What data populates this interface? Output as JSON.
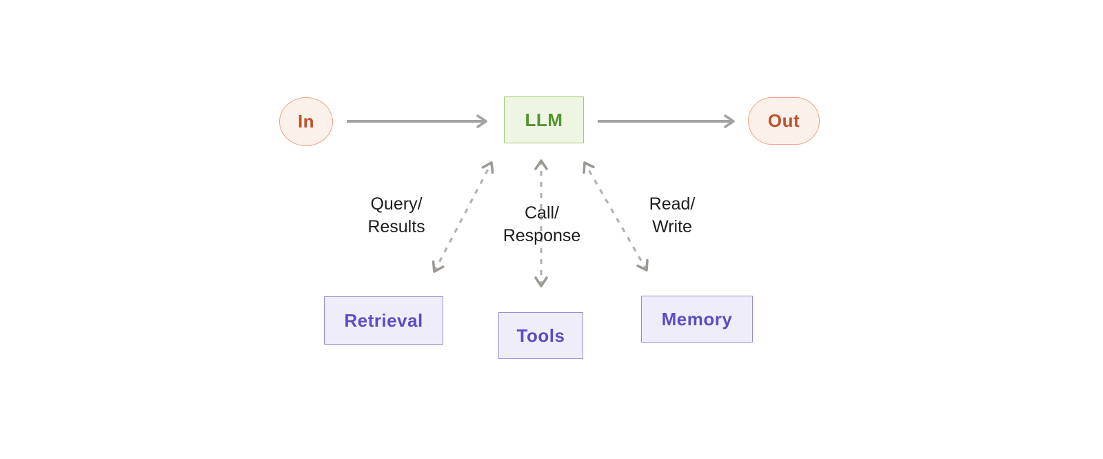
{
  "diagram": {
    "description": "LLM augmentation diagram: input flows through LLM to output; LLM exchanges data bidirectionally with Retrieval, Tools and Memory",
    "nodes": {
      "in": {
        "label": "In",
        "shape": "circle",
        "fill": "#fcf0ea",
        "border": "#f0a289",
        "text_color": "#c0512b"
      },
      "llm": {
        "label": "LLM",
        "shape": "rect",
        "fill": "#eef5e2",
        "border": "#a2c878",
        "text_color": "#579130"
      },
      "out": {
        "label": "Out",
        "shape": "pill",
        "fill": "#fcf0ea",
        "border": "#f0a289",
        "text_color": "#c0512b"
      },
      "retrieval": {
        "label": "Retrieval",
        "shape": "rect",
        "fill": "#efedfa",
        "border": "#968bd8",
        "text_color": "#5c4ec1"
      },
      "tools": {
        "label": "Tools",
        "shape": "rect",
        "fill": "#efedfa",
        "border": "#968bd8",
        "text_color": "#5c4ec1"
      },
      "memory": {
        "label": "Memory",
        "shape": "rect",
        "fill": "#efedfa",
        "border": "#968bd8",
        "text_color": "#5c4ec1"
      }
    },
    "edges": [
      {
        "from": "in",
        "to": "llm",
        "style": "solid",
        "direction": "one-way"
      },
      {
        "from": "llm",
        "to": "out",
        "style": "solid",
        "direction": "one-way"
      },
      {
        "from": "llm",
        "to": "retrieval",
        "style": "dashed",
        "direction": "two-way",
        "label": "Query/ Results"
      },
      {
        "from": "llm",
        "to": "tools",
        "style": "dashed",
        "direction": "two-way",
        "label": "Call/ Response"
      },
      {
        "from": "llm",
        "to": "memory",
        "style": "dashed",
        "direction": "two-way",
        "label": "Read/ Write"
      }
    ],
    "edge_labels": {
      "query": {
        "line1": "Query/",
        "line2": "Results"
      },
      "call": {
        "line1": "Call/",
        "line2": "Response"
      },
      "read": {
        "line1": "Read/",
        "line2": "Write"
      }
    },
    "colors": {
      "background": "#ffffff",
      "solid_arrow": "#a3a3a3",
      "dashed_line": "#b5b2ae",
      "dashed_arrowhead": "#9c9995",
      "label_text": "#1e1e1e"
    }
  }
}
